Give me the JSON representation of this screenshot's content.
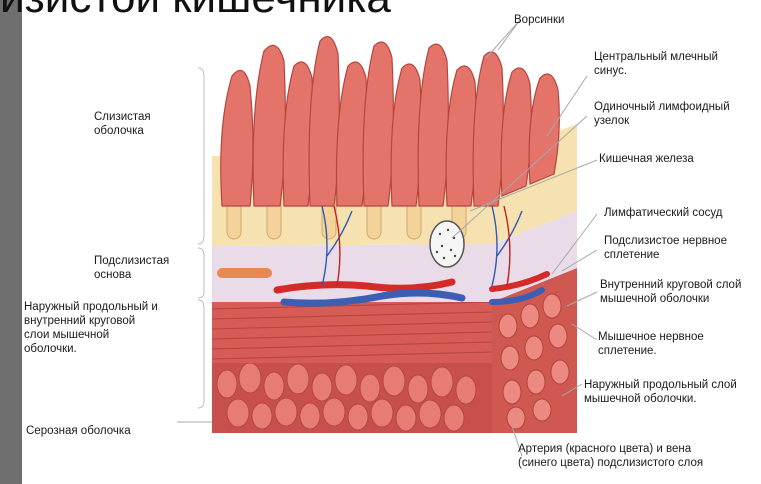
{
  "title": "изистой кишечника",
  "labels": {
    "villi": "Ворсинки",
    "central_lacteal": "Центральный млечный\nсинус.",
    "lymph_node": "Одиночный лимфоидный\nузелок",
    "gland": "Кишечная железа",
    "lymph_vessel": "Лимфатический сосуд",
    "submucosal_plexus": "Подслизистое нервное\nсплетение",
    "inner_circular": "Внутренний круговой слой\nмышечной оболочки",
    "muscular_plexus": "Мышечное нервное\nсплетение.",
    "outer_longitudinal": "Наружный продольный слой\nмышечной оболочки.",
    "artery_vein": "Артерия (красного цвета) и вена\n(синего цвета) подслизистого слоя",
    "mucosa": "Слизистая\nоболочка",
    "submucosa": "Подслизистая\nоснова",
    "muscle_layers": "Наружный продольный и\nвнутренний круговой\nслои мышечной\nоболочки.",
    "serosa": "Серозная оболочка"
  },
  "colors": {
    "villus": "#e4736a",
    "villus_edge": "#b5453f",
    "mucosa_bg": "#f6e2b0",
    "submucosa": "#e9d6e6",
    "muscle": "#d9605a",
    "serosa": "#cf5a52",
    "leader": "#a8a8a8"
  }
}
